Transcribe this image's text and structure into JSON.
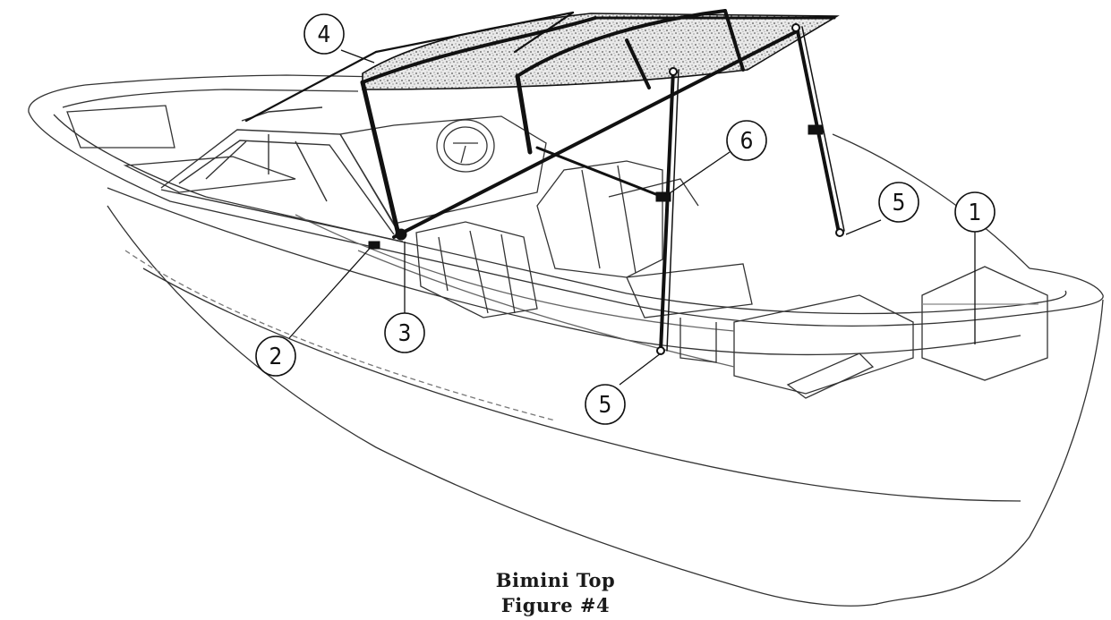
{
  "figure": {
    "title": "Bimini Top",
    "subtitle": "Figure #4"
  },
  "callouts": [
    {
      "id": "callout-1",
      "text": "1"
    },
    {
      "id": "callout-2",
      "text": "2"
    },
    {
      "id": "callout-3",
      "text": "3"
    },
    {
      "id": "callout-4",
      "text": "4"
    },
    {
      "id": "callout-5a",
      "text": "5"
    },
    {
      "id": "callout-5b",
      "text": "5"
    },
    {
      "id": "callout-6",
      "text": "6"
    }
  ]
}
